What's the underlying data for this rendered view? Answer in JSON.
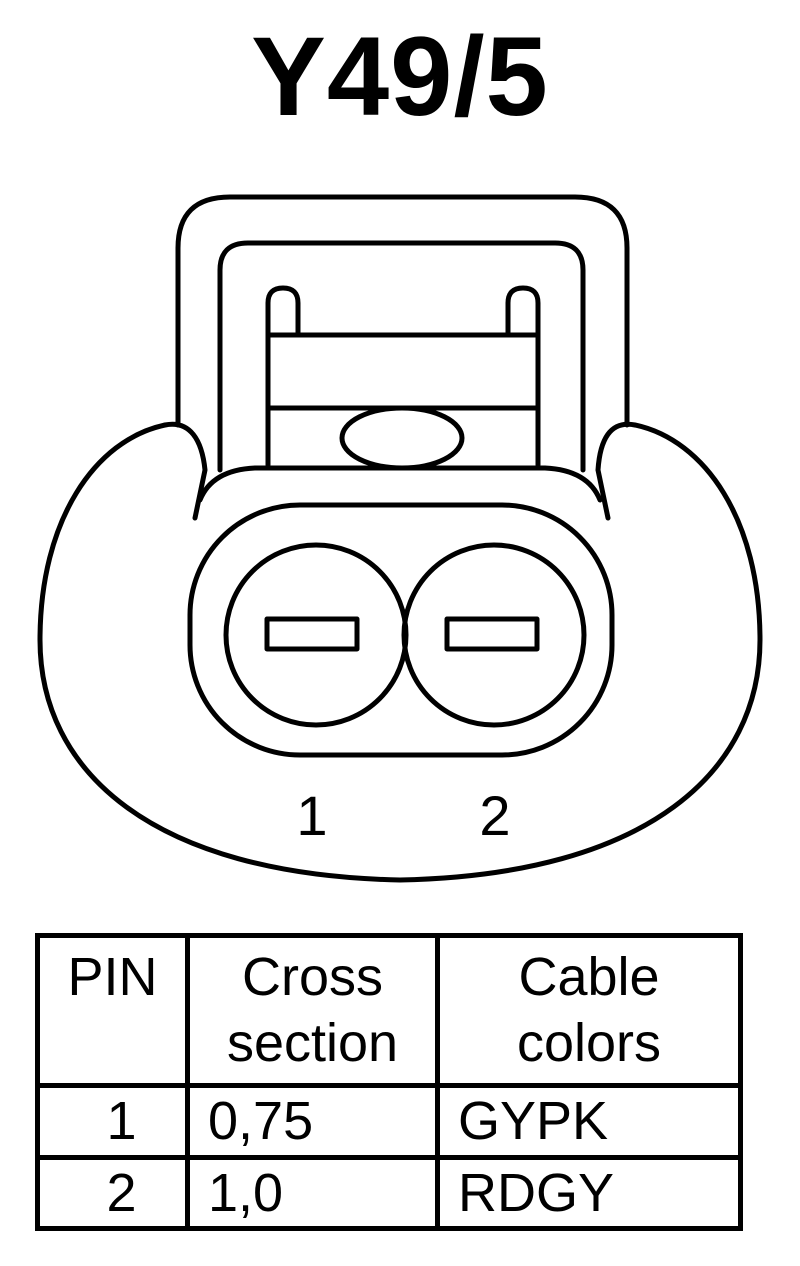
{
  "title": "Y49/5",
  "connector": {
    "pin_labels": [
      "1",
      "2"
    ]
  },
  "table": {
    "headers": {
      "pin": "PIN",
      "cross_section": [
        "Cross",
        "section"
      ],
      "cable_colors": [
        "Cable",
        "colors"
      ]
    },
    "rows": [
      {
        "pin": "1",
        "cross_section": "0,75",
        "cable_color": "GYPK"
      },
      {
        "pin": "2",
        "cross_section": "1,0",
        "cable_color": "RDGY"
      }
    ]
  }
}
